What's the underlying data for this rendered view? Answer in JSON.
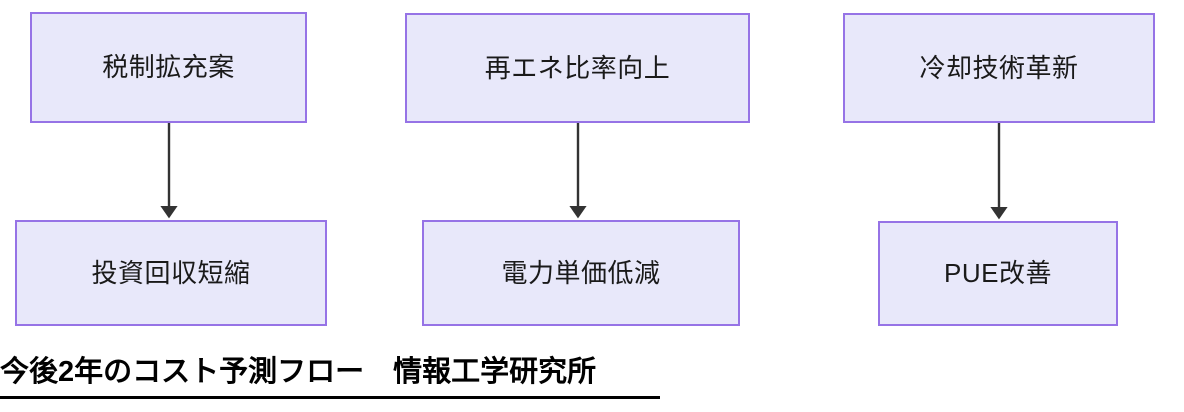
{
  "diagram": {
    "type": "flowchart",
    "orientation": "top-to-bottom",
    "columns": 3,
    "colors": {
      "node_fill": "#e8e8fa",
      "node_border": "#9673e6",
      "node_text": "#1a1a1a",
      "edge_line": "#333333",
      "caption_text": "#000000",
      "background": "#ffffff"
    },
    "nodes": {
      "top": [
        {
          "id": "top-1",
          "label": "税制拡充案"
        },
        {
          "id": "top-2",
          "label": "再エネ比率向上"
        },
        {
          "id": "top-3",
          "label": "冷却技術革新"
        }
      ],
      "bottom": [
        {
          "id": "bottom-1",
          "label": "投資回収短縮"
        },
        {
          "id": "bottom-2",
          "label": "電力単価低減"
        },
        {
          "id": "bottom-3",
          "label": "PUE改善"
        }
      ]
    },
    "edges": [
      {
        "from": "top-1",
        "to": "bottom-1",
        "style": "solid",
        "arrowhead": "filled-triangle"
      },
      {
        "from": "top-2",
        "to": "bottom-2",
        "style": "solid",
        "arrowhead": "filled-triangle"
      },
      {
        "from": "top-3",
        "to": "bottom-3",
        "style": "solid",
        "arrowhead": "filled-triangle"
      }
    ]
  },
  "caption": {
    "text": "今後2年のコスト予測フロー　情報工学研究所",
    "underlined": true
  }
}
